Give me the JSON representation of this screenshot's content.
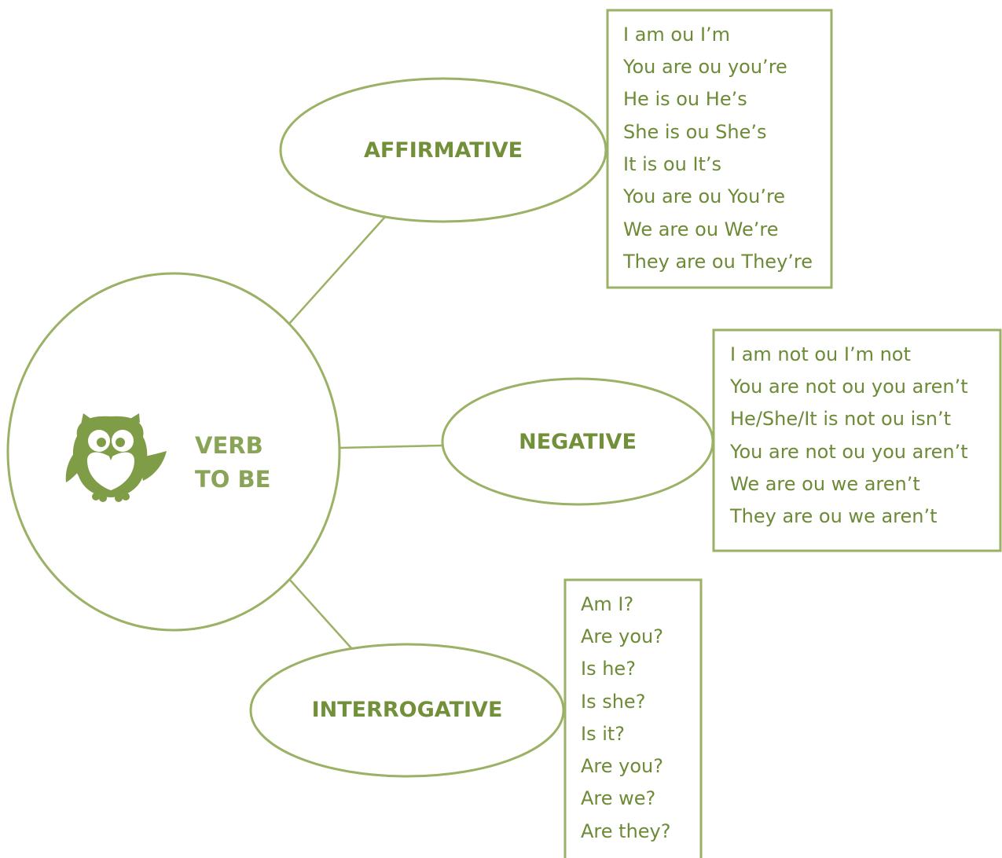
{
  "center": {
    "title_line1": "VERB",
    "title_line2": "TO BE",
    "icon": "owl-icon"
  },
  "branches": {
    "affirmative": {
      "label": "AFFIRMATIVE",
      "lines": [
        "I am ou I’m",
        "You are ou you’re",
        "He is ou He’s",
        "She is ou She’s",
        "It is ou It’s",
        "You are ou You’re",
        "We are ou We’re",
        "They are ou They’re"
      ]
    },
    "negative": {
      "label": "NEGATIVE",
      "lines": [
        "I am not ou I’m not",
        "You are not ou you aren’t",
        "He/She/It is not ou isn’t",
        "You are not ou you aren’t",
        "We are ou we aren’t",
        "They are ou we aren’t"
      ]
    },
    "interrogative": {
      "label": "INTERROGATIVE",
      "lines": [
        "Am I?",
        "Are you?",
        "Is he?",
        "Is she?",
        "Is it?",
        "Are you?",
        "Are we?",
        "Are they?"
      ]
    }
  },
  "colors": {
    "stroke": "#9bb165",
    "label": "#72903a",
    "text": "#6d8a36"
  }
}
